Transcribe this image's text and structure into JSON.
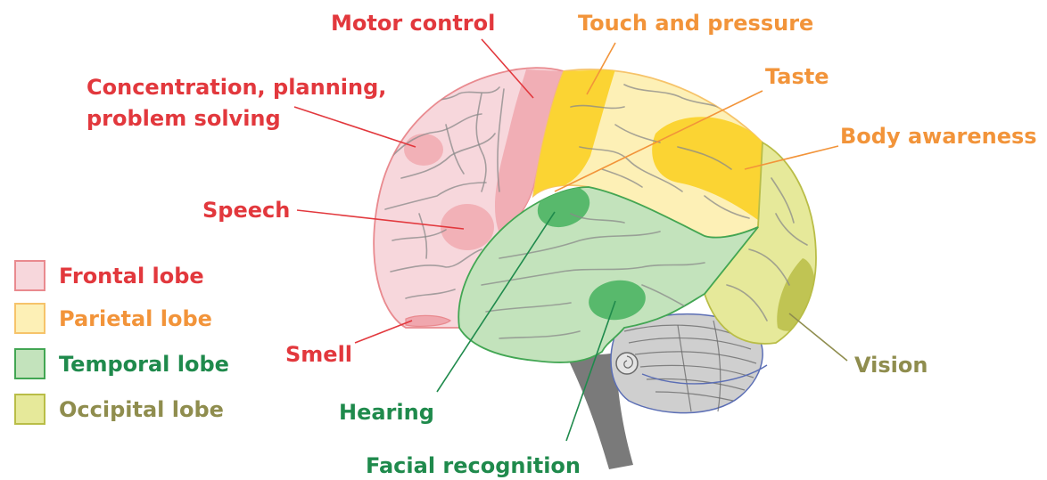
{
  "colors": {
    "frontal": "#f7d7dc",
    "frontal_border": "#e98a8f",
    "frontal_text": "#e2383d",
    "parietal": "#fdf0b6",
    "parietal_border": "#f6c36a",
    "parietal_text": "#f2943a",
    "temporal": "#c3e3bc",
    "temporal_border": "#42a653",
    "temporal_text": "#1f8a4c",
    "occipital": "#e6e99a",
    "occipital_border": "#b9bd47",
    "occipital_text": "#8f8d4e",
    "highlight_red": "#f0a7ae",
    "highlight_yellow": "#fbd433",
    "highlight_green": "#58b96c",
    "cerebellum": "#cfcfcf",
    "brainstem": "#7a7a7a"
  },
  "labels": {
    "motor": "Motor control",
    "touch": "Touch and pressure",
    "concentration_line1": "Concentration, planning,",
    "concentration_line2": "problem solving",
    "taste": "Taste",
    "body": "Body awareness",
    "speech": "Speech",
    "smell": "Smell",
    "hearing": "Hearing",
    "facial": "Facial recognition",
    "vision": "Vision"
  },
  "legend": [
    {
      "label": "Frontal lobe",
      "swatch_icon": "frontal-swatch-icon"
    },
    {
      "label": "Parietal lobe",
      "swatch_icon": "parietal-swatch-icon"
    },
    {
      "label": "Temporal lobe",
      "swatch_icon": "temporal-swatch-icon"
    },
    {
      "label": "Occipital  lobe",
      "swatch_icon": "occipital-swatch-icon"
    }
  ]
}
